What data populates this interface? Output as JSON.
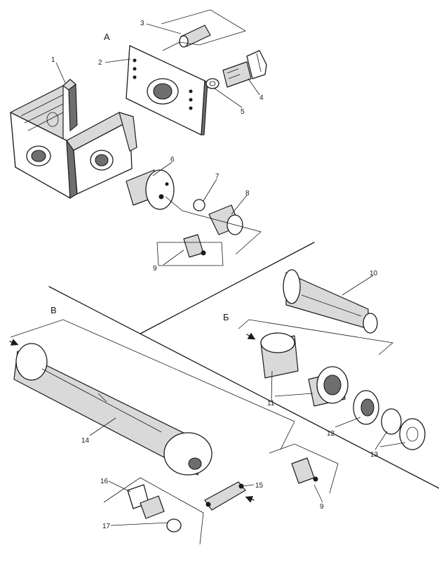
{
  "sections": {
    "a": "А",
    "b": "Б",
    "v": "В"
  },
  "callouts": [
    "1",
    "2",
    "3",
    "4",
    "5",
    "6",
    "7",
    "8",
    "9",
    "10",
    "11",
    "12",
    "13",
    "14",
    "15",
    "16",
    "17",
    "9"
  ]
}
